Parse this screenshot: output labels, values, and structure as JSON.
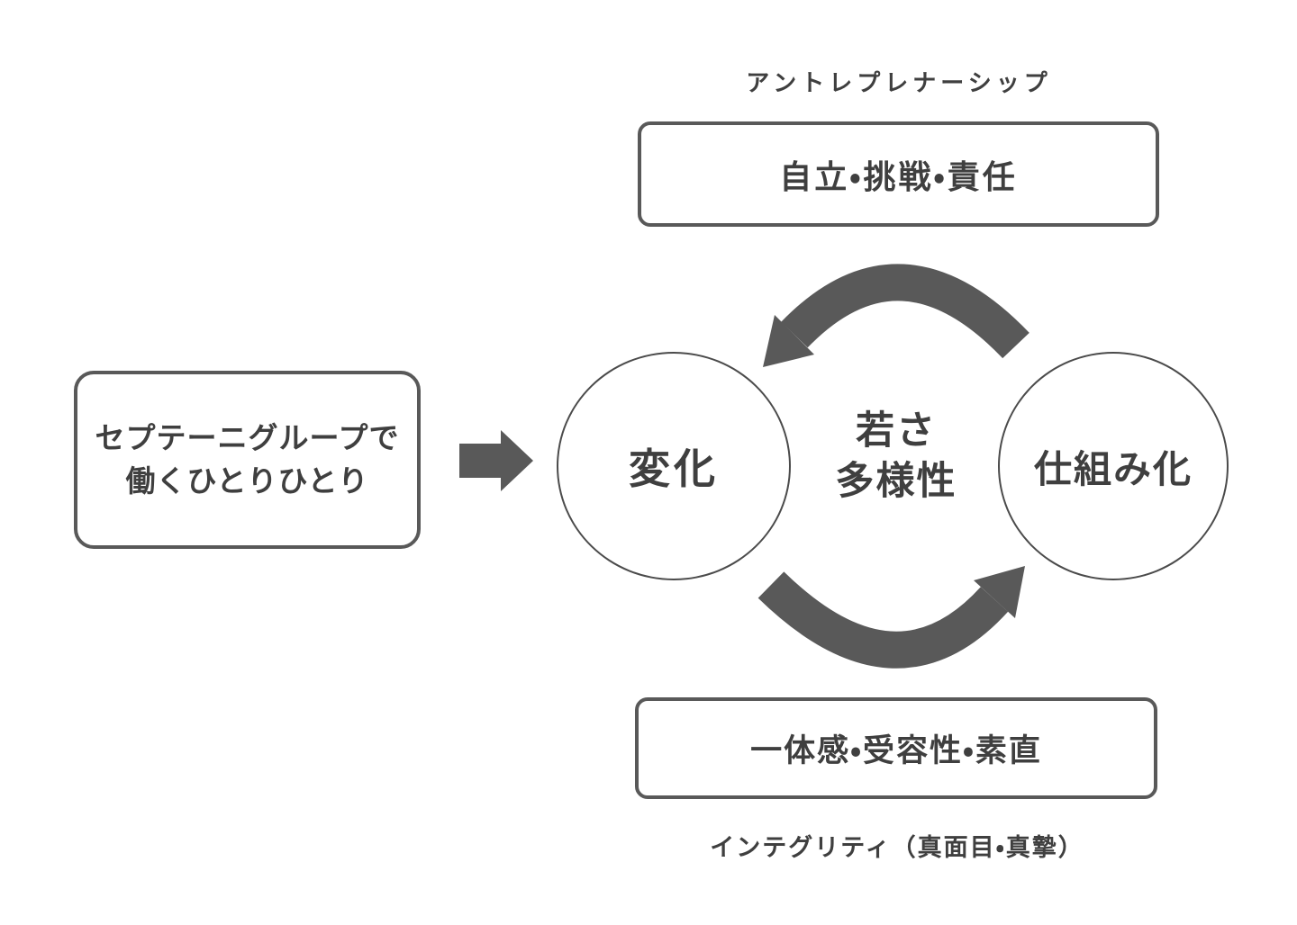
{
  "colors": {
    "arrow": "#595959",
    "box_border": "#595959",
    "circle_border": "#4b4b4b",
    "text": "#3f3f3f",
    "background": "#ffffff"
  },
  "labels": {
    "top": "アントレプレナーシップ",
    "bottom": "インテグリティ（真面目・真摯）"
  },
  "boxes": {
    "top": "自立・挑戦・責任",
    "bottom": "一体感・受容性・素直",
    "source": {
      "line1": "セプテーニグループで",
      "line2": "働くひとりひとり"
    }
  },
  "circles": {
    "left": "変化",
    "right": "仕組み化"
  },
  "center": {
    "line1": "若さ",
    "line2": "多様性"
  },
  "icons": {
    "right_arrow": "right-block-arrow",
    "cycle_top": "curved-arrow-counterclockwise-top",
    "cycle_bottom": "curved-arrow-counterclockwise-bottom"
  }
}
